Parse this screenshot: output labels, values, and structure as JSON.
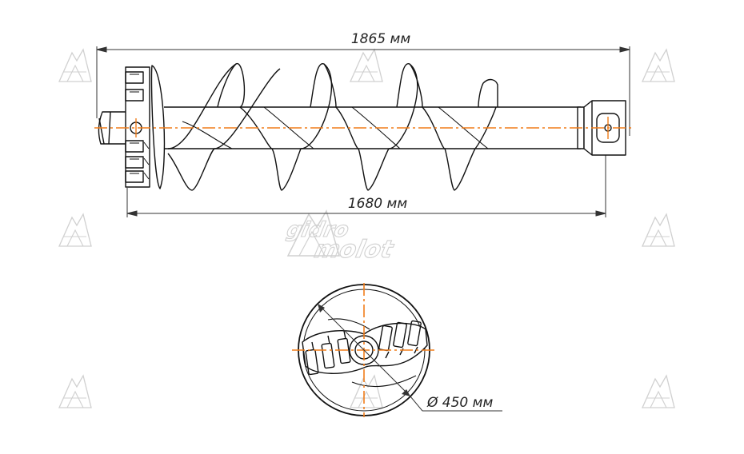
{
  "dimensions": {
    "overall_length": "1865 мм",
    "working_length": "1680 мм",
    "diameter": "Ø 450 мм"
  },
  "watermark": {
    "brand_line1": "gidro",
    "brand_line2": "molot",
    "logo_icon": "gidromolot-logo-icon"
  },
  "colors": {
    "outline": "#111111",
    "centerline": "#f07d1a",
    "dimension": "#333333",
    "watermark": "#d0d0d0"
  }
}
